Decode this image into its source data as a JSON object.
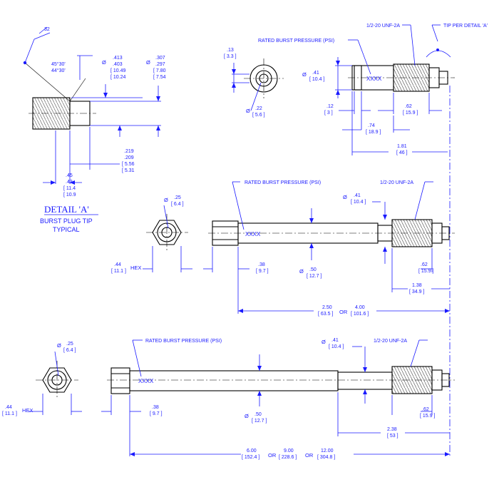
{
  "detail_a": {
    "title": "DETAIL 'A'",
    "subtitle_1": "BURST PLUG TIP",
    "subtitle_2": "TYPICAL",
    "angle_32": "32",
    "angle_1": "45°30'",
    "angle_2": "44°30'",
    "d413": ".413",
    "d403": ".403",
    "d1049": "[ 10.49",
    "d1024": "[ 10.24",
    "d307": ".307",
    "d297": ".297",
    "d780": "[ 7.80",
    "d754": "[ 7.54",
    "d219": ".219",
    "d209": ".209",
    "d556": "[ 5.56",
    "d531": "[ 5.31",
    "d45": ".45",
    "d43": ".43",
    "d114": "[ 11.4",
    "d109": "[ 10.9"
  },
  "top_part": {
    "d13": ".13",
    "d33": "[ 3.3 ]",
    "d22": ".22",
    "d56": "[ 5.6 ]",
    "rated": "RATED BURST PRESSURE (PSI)",
    "thread": "1/2-20 UNF-2A",
    "tip": "TIP PER DETAIL 'A'",
    "d41": ".41",
    "d104": "[ 10.4 ]",
    "xxxx": "XXXX",
    "d12": ".12",
    "d3": "[ 3 ]",
    "d62": ".62",
    "d159": "[ 15.9 ]",
    "d74": ".74",
    "d189": "[ 18.9 ]",
    "d181": "1.81",
    "d46": "[ 46 ]"
  },
  "mid_part": {
    "d25": ".25",
    "d64": "[ 6.4 ]",
    "rated": "RATED BURST PRESSURE (PSI)",
    "thread": "1/2-20 UNF-2A",
    "d41": ".41",
    "d104": "[ 10.4 ]",
    "xxxx": "XXXX",
    "d44": ".44",
    "d111": "[ 11.1 ]",
    "hex": "HEX",
    "d38": ".38",
    "d97": "[ 9.7 ]",
    "d50": ".50",
    "d127": "[ 12.7 ]",
    "d62": ".62",
    "d159": "[ 15.9 ]",
    "d138": "1.38",
    "d349": "[ 34.9 ]",
    "len_a": "2.50",
    "len_a_mm": "[ 63.5 ]",
    "or": "OR",
    "len_b": "4.00",
    "len_b_mm": "[ 101.6 ]"
  },
  "bot_part": {
    "d25": ".25",
    "d64": "[ 6.4 ]",
    "rated": "RATED BURST PRESSURE (PSI)",
    "thread": "1/2-20 UNF-2A",
    "d41": ".41",
    "d104": "[ 10.4 ]",
    "xxxx": "XXXX",
    "d44": ".44",
    "d111": "[ 11.1 ]",
    "hex": "HEX",
    "d38": ".38",
    "d97": "[ 9.7 ]",
    "d50": ".50",
    "d127": "[ 12.7 ]",
    "d62": ".62",
    "d159": "[ 15.9 ]",
    "d238": "2.38",
    "d53": "[ 53 ]",
    "len_a": "6.00",
    "len_a_mm": "[ 152.4 ]",
    "or1": "OR",
    "len_b": "9.00",
    "len_b_mm": "[ 228.6 ]",
    "or2": "OR",
    "len_c": "12.00",
    "len_c_mm": "[ 304.8 ]"
  },
  "symbols": {
    "diameter": "Ø"
  }
}
